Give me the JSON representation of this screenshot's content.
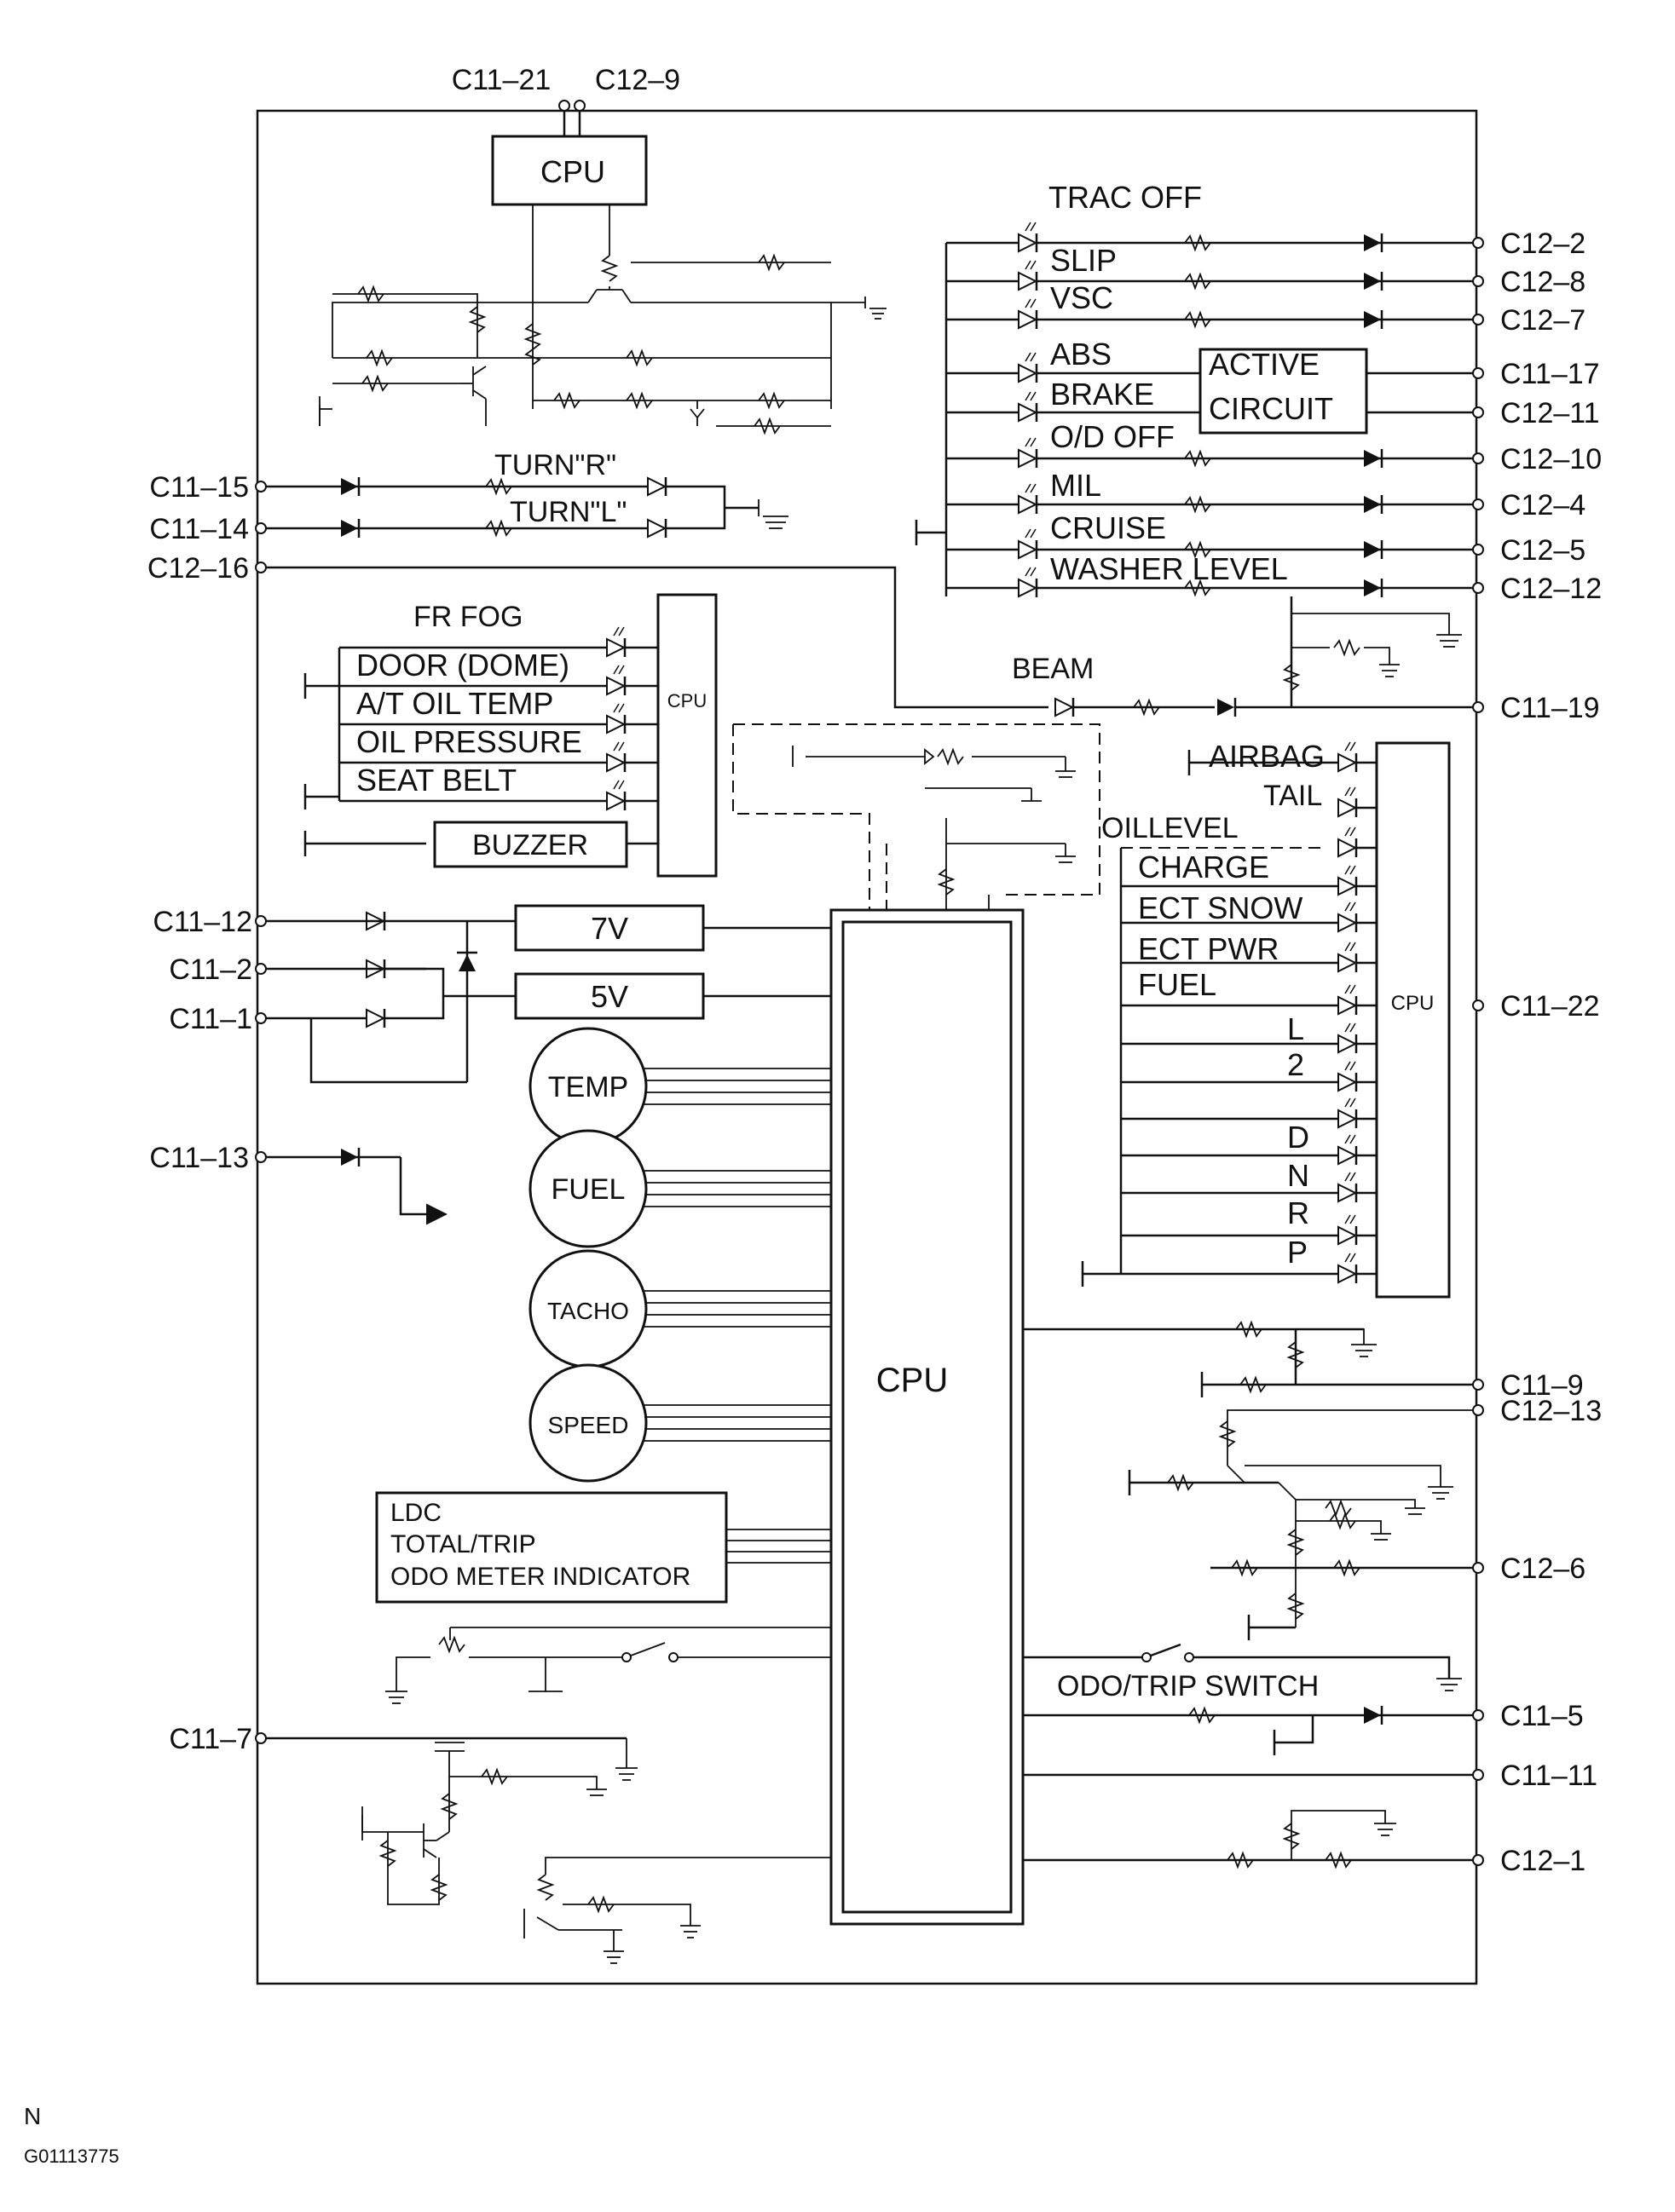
{
  "connectors": {
    "top": [
      "C11–21",
      "C12–9"
    ],
    "left": [
      "C11–15",
      "C11–14",
      "C12–16",
      "C11–12",
      "C11–2",
      "C11–1",
      "C11–13",
      "C11–7"
    ],
    "right": [
      "C12–2",
      "C12–8",
      "C12–7",
      "C11–17",
      "C12–11",
      "C12–10",
      "C12–4",
      "C12–5",
      "C12–12",
      "C11–19",
      "C11–22",
      "C11–9",
      "C12–13",
      "C12–6",
      "C11–5",
      "C11–11",
      "C12–1"
    ]
  },
  "blocks": {
    "cpu_top": "CPU",
    "cpu_main": "CPU",
    "cpu_warning": "CPU",
    "cpu_indicator": "CPU",
    "active_circuit": [
      "ACTIVE",
      "CIRCUIT"
    ],
    "buzzer": "BUZZER",
    "reg_7v": "7V",
    "reg_5v": "5V",
    "lcd": [
      "LDC",
      "TOTAL/TRIP",
      "ODO METER INDICATOR"
    ]
  },
  "gauges": [
    "TEMP",
    "FUEL",
    "TACHO",
    "SPEED"
  ],
  "labels": {
    "trac_off": "TRAC OFF",
    "turn_r": "TURN\"R\"",
    "turn_l": "TURN\"L\"",
    "beam": "BEAM",
    "odo_trip_switch": "ODO/TRIP  SWITCH"
  },
  "indicators_right": [
    "SLIP",
    "VSC",
    "ABS",
    "BRAKE",
    "O/D OFF",
    "MIL",
    "CRUISE",
    "WASHER LEVEL"
  ],
  "warnings_left": [
    "FR FOG",
    "DOOR (DOME)",
    "A/T OIL TEMP",
    "OIL PRESSURE",
    "SEAT BELT"
  ],
  "indicators_lower": [
    "AIRBAG",
    "TAIL",
    "OILLEVEL",
    "CHARGE",
    "ECT SNOW",
    "ECT PWR",
    "FUEL",
    "L",
    "2",
    "D",
    "N",
    "R",
    "P"
  ],
  "footer": {
    "mark": "N",
    "code": "G01113775"
  }
}
